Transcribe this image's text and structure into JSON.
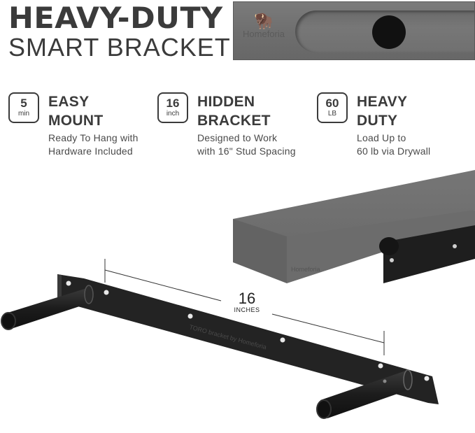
{
  "header": {
    "title_line1": "HEAVY-DUTY",
    "title_line2": "SMART BRACKET"
  },
  "top_photo": {
    "brand": "Homeforia",
    "logo_icon": "bison-icon"
  },
  "features": [
    {
      "badge_number": "5",
      "badge_unit": "min",
      "title_line1": "EASY",
      "title_line2": "MOUNT",
      "desc_line1": "Ready To Hang with",
      "desc_line2": "Hardware Included"
    },
    {
      "badge_number": "16",
      "badge_unit": "inch",
      "title_line1": "HIDDEN",
      "title_line2": "BRACKET",
      "desc_line1": "Designed to Work",
      "desc_line2": "with 16\" Stud Spacing"
    },
    {
      "badge_number": "60",
      "badge_unit": "LB",
      "title_line1": "HEAVY",
      "title_line2": "DUTY",
      "desc_line1": "Load Up to",
      "desc_line2": "60 lb via Drywall"
    }
  ],
  "dimension": {
    "value": "16",
    "unit": "INCHES"
  },
  "bracket": {
    "engraving": "TORO bracket by Homeforia",
    "shelf_brand": "Homeforia"
  },
  "colors": {
    "text": "#3b3b3b",
    "shelf_gray": "#707070",
    "bracket_black": "#1e1e1e"
  }
}
